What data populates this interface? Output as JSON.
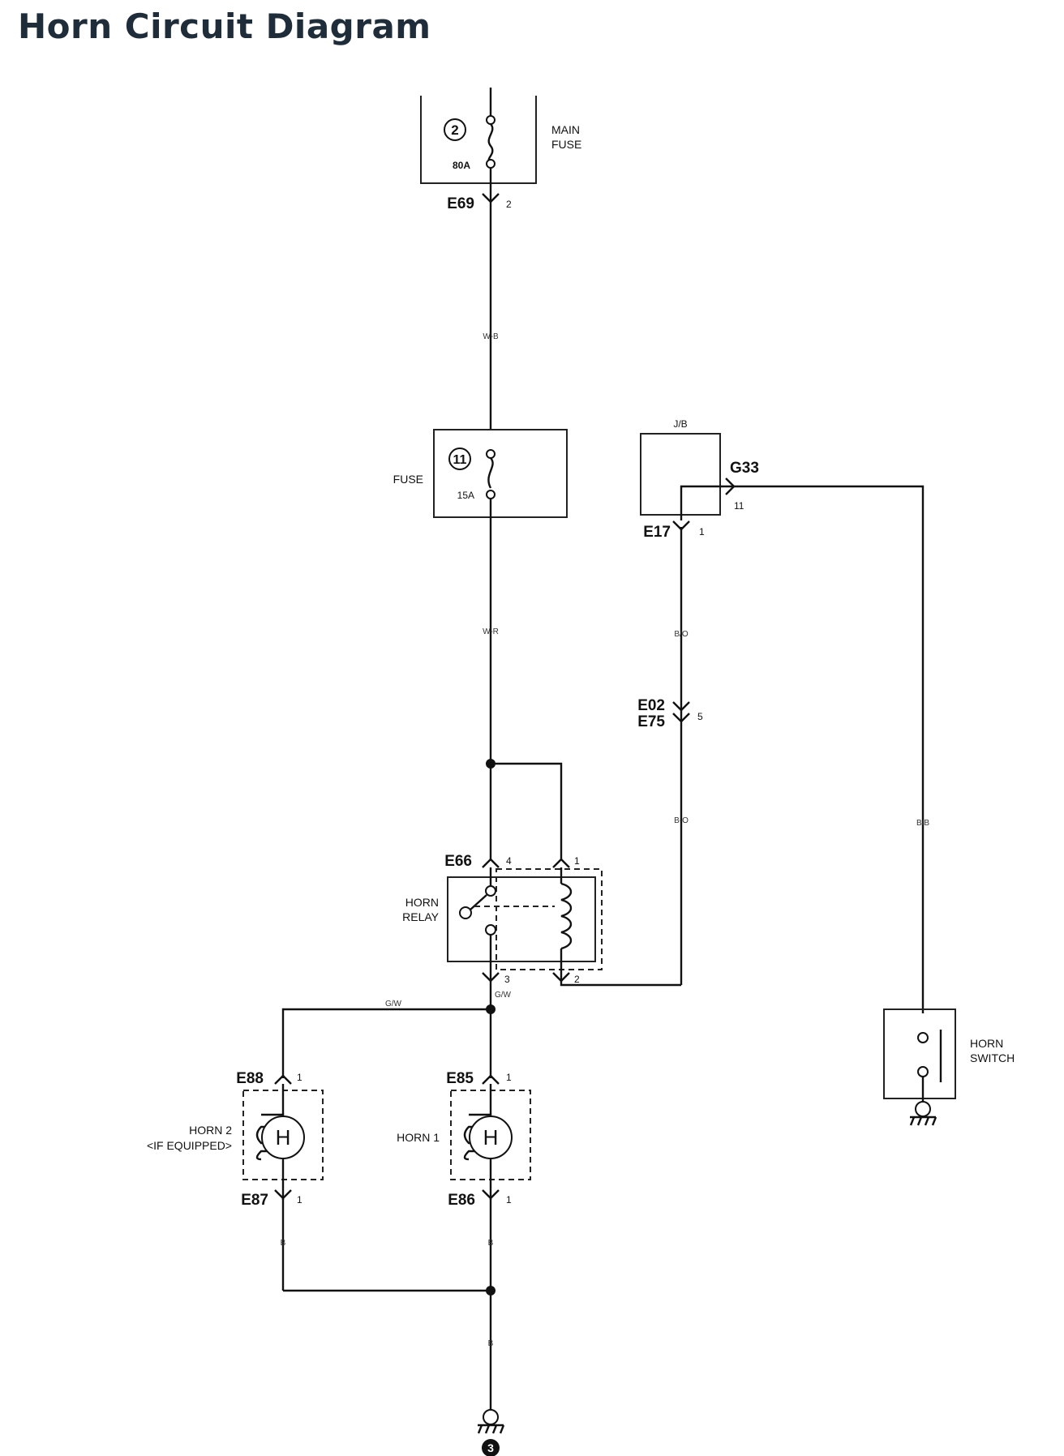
{
  "title": "Horn Circuit Diagram",
  "main_fuse": {
    "number": "2",
    "rating": "80A",
    "label_line1": "MAIN",
    "label_line2": "FUSE"
  },
  "fuse": {
    "number": "11",
    "rating": "15A",
    "label": "FUSE"
  },
  "junction_block": {
    "label": "J/B"
  },
  "connectors": {
    "e69": "E69",
    "e69_pin": "2",
    "g33": "G33",
    "g33_pin": "11",
    "e17": "E17",
    "e17_pin": "1",
    "e02": "E02",
    "e75": "E75",
    "e02_pin": "5",
    "e66": "E66",
    "e66_pin4": "4",
    "e66_pin1": "1",
    "e66_pin3": "3",
    "e66_pin2": "2",
    "e88": "E88",
    "e88_pin": "1",
    "e85": "E85",
    "e85_pin": "1",
    "e87": "E87",
    "e87_pin": "1",
    "e86": "E86",
    "e86_pin": "1"
  },
  "wires": {
    "main_to_fuse": "W-B",
    "fuse_to_relay": "W-R",
    "jb_to_joint": "B/O",
    "joint_to_relay": "B-O",
    "switch_wire": "B/B",
    "relay_out": "G/W",
    "horn_feed": "G/W",
    "horn2_ground": "B",
    "horn1_ground": "B",
    "ground_main": "B"
  },
  "horn_relay": {
    "label_line1": "HORN",
    "label_line2": "RELAY"
  },
  "horn2": {
    "symbol": "H",
    "label_line1": "HORN 2",
    "label_line2": "<IF EQUIPPED>"
  },
  "horn1": {
    "symbol": "H",
    "label": "HORN 1"
  },
  "horn_switch": {
    "label_line1": "HORN",
    "label_line2": "SWITCH"
  },
  "ground_point": "3"
}
